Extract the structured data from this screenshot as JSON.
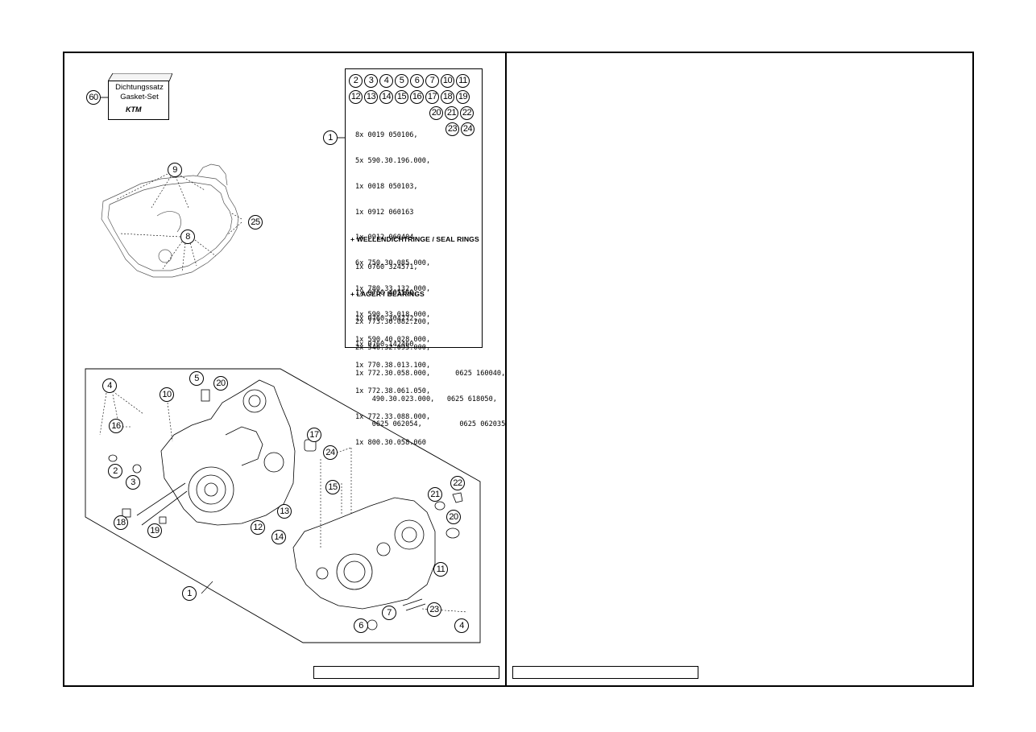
{
  "gasket_set": {
    "callout": "60",
    "label_line1": "Dichtungssatz",
    "label_line2": "Gasket-Set",
    "logo_text": "KTM"
  },
  "legend": {
    "callout": "1",
    "bubbles_row1": [
      "2",
      "3",
      "4",
      "5",
      "6",
      "7",
      "10",
      "11"
    ],
    "bubbles_row2": [
      "12",
      "13",
      "14",
      "15",
      "16",
      "17",
      "18",
      "19"
    ],
    "bubbles_row3": [
      "20",
      "21",
      "22"
    ],
    "bubbles_row4": [
      "23",
      "24"
    ],
    "parts_list": [
      "8x 0019 050106,",
      "5x 590.30.196.000,",
      "1x 0018 050103,",
      "1x 0912 060163",
      "1x 0912 060404,",
      "6x 750.30.085.000,",
      "1x 780.33.132.000,",
      "1x 590.33.018.000,",
      "1x 590.40.028.000,",
      "1x 770.38.013.100,",
      "1x 772.38.061.050,",
      "1x 772.33.088.000,",
      "1x 800.30.058.060"
    ],
    "seal_header": "+ WELLENDICHTRINGE / SEAL RINGS",
    "seal_list": [
      "1x 0760 324571,",
      "1x 0760 405560,",
      "1x 0760 304772,",
      "1x 0760 142460"
    ],
    "bearing_header": "+ LAGER / BEARINGS",
    "bearing_list": [
      "2x 773.30.082.200,",
      "2x 546.32.095.000,",
      "1x 772.30.058.000,      0625 160040,",
      "    490.30.023.000,   0625 618050,",
      "    0625 062054,         0625 062035"
    ]
  },
  "gasket_callouts": {
    "c9": "9",
    "c25": "25",
    "c8": "8"
  },
  "engine_callouts": {
    "c4a": "4",
    "c5": "5",
    "c20a": "20",
    "c10": "10",
    "c16": "16",
    "c17": "17",
    "c24": "24",
    "c2": "2",
    "c3": "3",
    "c15": "15",
    "c21": "21",
    "c22": "22",
    "c13": "13",
    "c20b": "20",
    "c18": "18",
    "c19": "19",
    "c12": "12",
    "c14": "14",
    "c11": "11",
    "c1": "1",
    "c23": "23",
    "c7": "7",
    "c6": "6",
    "c4b": "4"
  },
  "footer": {
    "left_box_text": "",
    "right_box_text": ""
  }
}
